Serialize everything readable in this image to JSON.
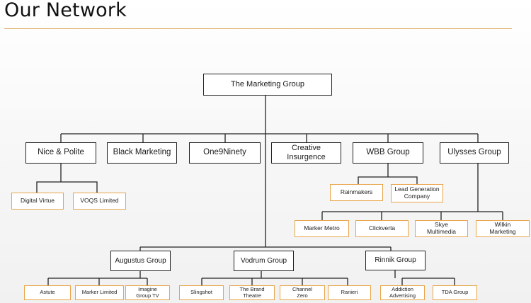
{
  "page": {
    "title": "Our Network"
  },
  "colors": {
    "line": "#222222",
    "accent": "#e8a54a",
    "rule": "#e0b066"
  },
  "nodes": {
    "root": "The Marketing Group",
    "nice_polite": "Nice & Polite",
    "black_marketing": "Black Marketing",
    "one9ninety": "One9Ninety",
    "creative_insurgence": "Creative Insurgence",
    "wbb_group": "WBB Group",
    "ulysses_group": "Ulysses Group",
    "digital_virtue": "Digital Virtue",
    "voqs_limited": "VOQS Limited",
    "rainmakers": "Rainmakers",
    "lead_generation_company": "Lead Generation Company",
    "marker_metro": "Marker Metro",
    "clickverta": "Clickverta",
    "skye_multimedia": "Skye Multimedia",
    "wilkin_marketing": "Wilkin Marketing",
    "augustus_group": "Augustus Group",
    "vodrum_group": "Vodrum Group",
    "rinnik_group": "Rinnik Group",
    "astute": "Astute",
    "marker_limited": "Marker Limited",
    "imagine_group_tv": "Imagine Group TV",
    "slingshot": "Slingshot",
    "the_brand_theatre": "The Brand Theatre",
    "channel_zero": "Channel Zero",
    "ranieri": "Ranieri",
    "addiction_advertising": "Addiction Advertising",
    "tda_group": "TDA Group"
  }
}
